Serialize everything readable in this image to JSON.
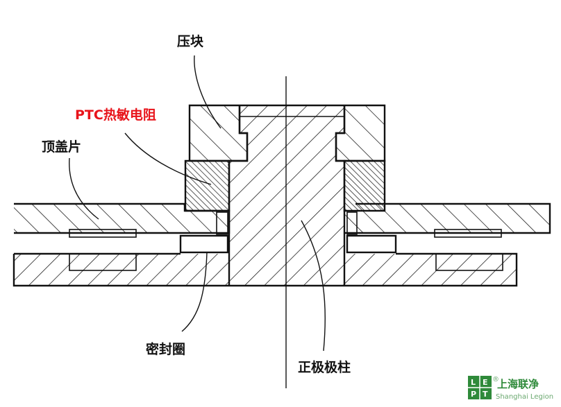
{
  "labels": {
    "press_block": "压块",
    "ptc_thermistor": "PTC热敏电阻",
    "top_cover": "顶盖片",
    "seal_ring": "密封圈",
    "positive_pole": "正极极柱"
  },
  "logo": {
    "letters": [
      "L",
      "E",
      "P",
      "T"
    ],
    "name_cn": "上海联净",
    "name_en": "Shanghai Legion",
    "registered_mark": "®"
  },
  "colors": {
    "line": "#111111",
    "highlight_label": "#e8141b",
    "logo_green": "#2f8a3a",
    "logo_light_green": "#6aa86f"
  }
}
